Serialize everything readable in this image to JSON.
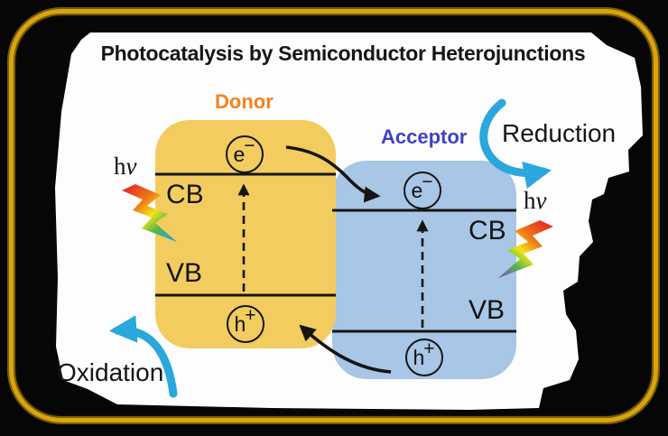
{
  "figure": {
    "title": "Photocatalysis by Semiconductor Heterojunctions",
    "donor": {
      "label": "Donor",
      "cb": "CB",
      "vb": "VB",
      "electron_base": "e",
      "electron_sup": "−",
      "hole_base": "h",
      "hole_sup": "+",
      "photon_h": "h",
      "photon_nu": "ν"
    },
    "acceptor": {
      "label": "Acceptor",
      "cb": "CB",
      "vb": "VB",
      "electron_base": "e",
      "electron_sup": "−",
      "hole_base": "h",
      "hole_sup": "+",
      "photon_h": "h",
      "photon_nu": "ν"
    },
    "reactions": {
      "reduction": "Reduction",
      "oxidation": "Oxidation"
    },
    "colors": {
      "donor_box": "#F2CC5F",
      "acceptor_box": "#A8C6E5",
      "donor_label": "#F5821F",
      "acceptor_label": "#4040C6",
      "process_arrow": "#2AA7DB",
      "frame_gold": "#D9A411"
    }
  }
}
